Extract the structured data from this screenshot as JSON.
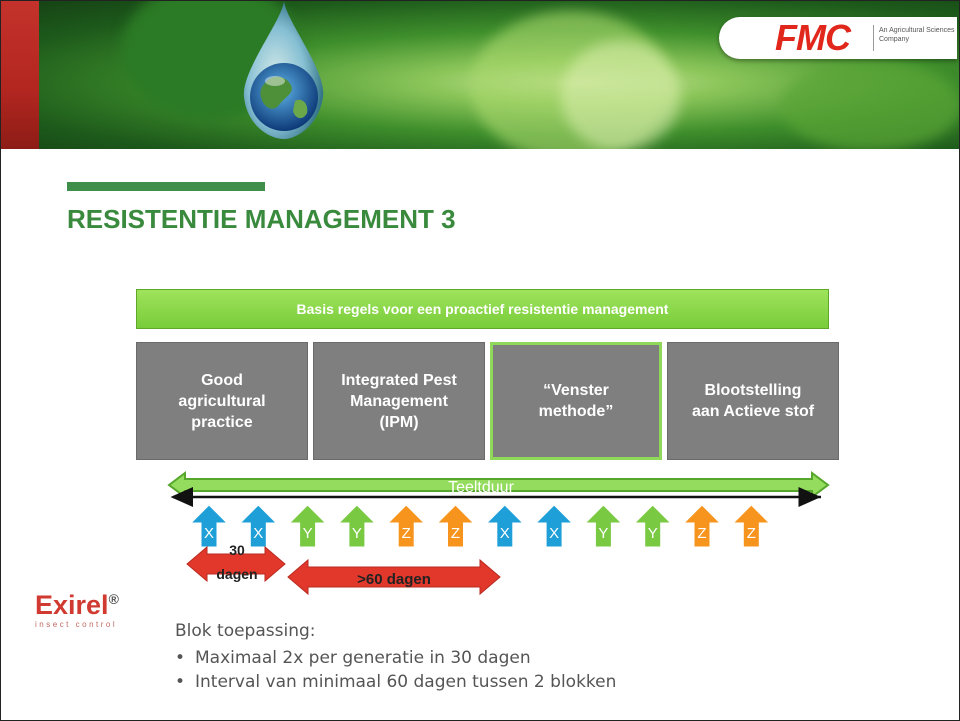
{
  "header": {
    "logo_text": "FMC",
    "logo_tagline": "An Agricultural Sciences Company"
  },
  "title": "RESISTENTIE MANAGEMENT 3",
  "basis": "Basis regels voor een proactief resistentie management",
  "columns": [
    {
      "lines": [
        "Good",
        "agricultural",
        "practice"
      ]
    },
    {
      "lines": [
        "Integrated Pest",
        "Management",
        "(IPM)"
      ]
    },
    {
      "lines": [
        "“Venster",
        "methode”"
      ]
    },
    {
      "lines": [
        "Blootstelling",
        "aan Actieve stof"
      ]
    }
  ],
  "timeline": {
    "label": "Teeltduur",
    "applications": [
      {
        "letter": "X",
        "color": "#1e9fd8"
      },
      {
        "letter": "X",
        "color": "#1e9fd8"
      },
      {
        "letter": "Y",
        "color": "#7ac943"
      },
      {
        "letter": "Y",
        "color": "#7ac943"
      },
      {
        "letter": "Z",
        "color": "#f7941d"
      },
      {
        "letter": "Z",
        "color": "#f7941d"
      },
      {
        "letter": "X",
        "color": "#1e9fd8"
      },
      {
        "letter": "X",
        "color": "#1e9fd8"
      },
      {
        "letter": "Y",
        "color": "#7ac943"
      },
      {
        "letter": "Y",
        "color": "#7ac943"
      },
      {
        "letter": "Z",
        "color": "#f7941d"
      },
      {
        "letter": "Z",
        "color": "#f7941d"
      }
    ],
    "interval_short": [
      "30",
      "dagen"
    ],
    "interval_long": ">60 dagen"
  },
  "brand": {
    "name": "Exirel",
    "reg": "®",
    "sub": "insect control"
  },
  "notes": {
    "heading": "Blok toepassing:",
    "bullets": [
      "Maximaal 2x per generatie in 30 dagen",
      "Interval van minimaal 60 dagen tussen 2 blokken"
    ]
  }
}
